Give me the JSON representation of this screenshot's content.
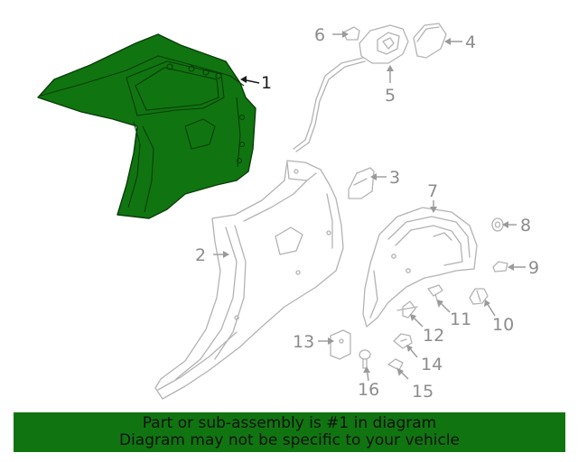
{
  "diagram": {
    "callouts": [
      {
        "id": "1",
        "label": "1"
      },
      {
        "id": "2",
        "label": "2"
      },
      {
        "id": "3",
        "label": "3"
      },
      {
        "id": "4",
        "label": "4"
      },
      {
        "id": "5",
        "label": "5"
      },
      {
        "id": "6",
        "label": "6"
      },
      {
        "id": "7",
        "label": "7"
      },
      {
        "id": "8",
        "label": "8"
      },
      {
        "id": "9",
        "label": "9"
      },
      {
        "id": "10",
        "label": "10"
      },
      {
        "id": "11",
        "label": "11"
      },
      {
        "id": "12",
        "label": "12"
      },
      {
        "id": "13",
        "label": "13"
      },
      {
        "id": "14",
        "label": "14"
      },
      {
        "id": "15",
        "label": "15"
      },
      {
        "id": "16",
        "label": "16"
      }
    ],
    "highlighted_part": "1",
    "colors": {
      "highlight": "#107510",
      "outline": "#b3b3b3",
      "callout_text": "#8c8c8c"
    }
  },
  "footer": {
    "line1": "Part or sub-assembly is #1 in diagram",
    "line2": "Diagram may not be specific to your vehicle",
    "background": "#107510"
  }
}
